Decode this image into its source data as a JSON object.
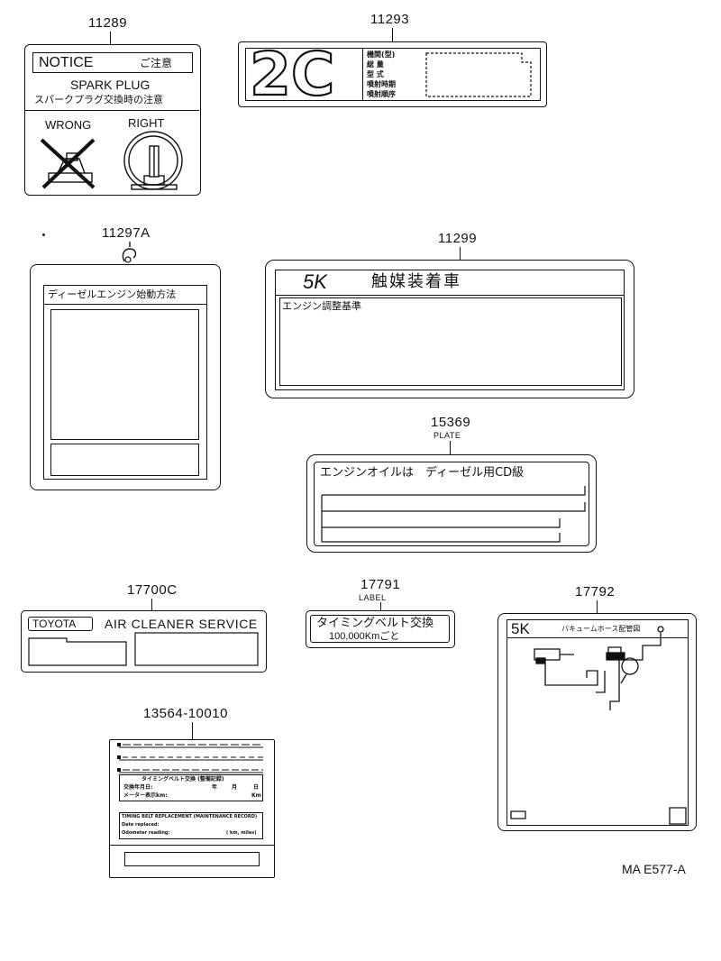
{
  "labels": {
    "p11289": {
      "part_no": "11289",
      "notice": "NOTICE",
      "notice_jp": "ご注意",
      "spark": "SPARK PLUG",
      "spark_jp": "スパークプラグ交換時の注意",
      "wrong": "WRONG",
      "right": "RIGHT"
    },
    "p11293": {
      "part_no": "11293",
      "big": "2C",
      "rows": [
        "機関(型)",
        "総 量",
        "型 式",
        "噴射時期",
        "噴射順序"
      ]
    },
    "p11297a": {
      "part_no": "11297A",
      "header": "ディーゼルエンジン始動方法"
    },
    "p11299": {
      "part_no": "11299",
      "model": "5K",
      "catalyst": "触媒装着車",
      "sub": "エンジン調整基準"
    },
    "p15369": {
      "part_no": "15369",
      "kind": "PLATE",
      "text": "エンジンオイルは　ディーゼル用CD級"
    },
    "p17700c": {
      "part_no": "17700C",
      "brand": "TOYOTA",
      "title": "AIR CLEANER SERVICE"
    },
    "p17791": {
      "part_no": "17791",
      "kind": "LABEL",
      "line1": "タイミングベルト交換",
      "line2": "100,000Kmごと"
    },
    "p17792": {
      "part_no": "17792",
      "model": "5K",
      "title": "バキュームホース配管図"
    },
    "p13564": {
      "part_no": "13564-10010",
      "jp_title": "タイミングベルト交換 (整備記録)",
      "jp_row1": "交換年月日:",
      "jp_y": "年",
      "jp_m": "月",
      "jp_d": "日",
      "jp_row2": "メーター表示km:",
      "jp_km": "Km",
      "en_title": "TIMING BELT REPLACEMENT (MAINTENANCE RECORD)",
      "en_row1": "Date replaced:",
      "en_row2": "Odometer reading:",
      "en_unit": "( km, miles)"
    }
  },
  "figure_code": "MA E577-A"
}
